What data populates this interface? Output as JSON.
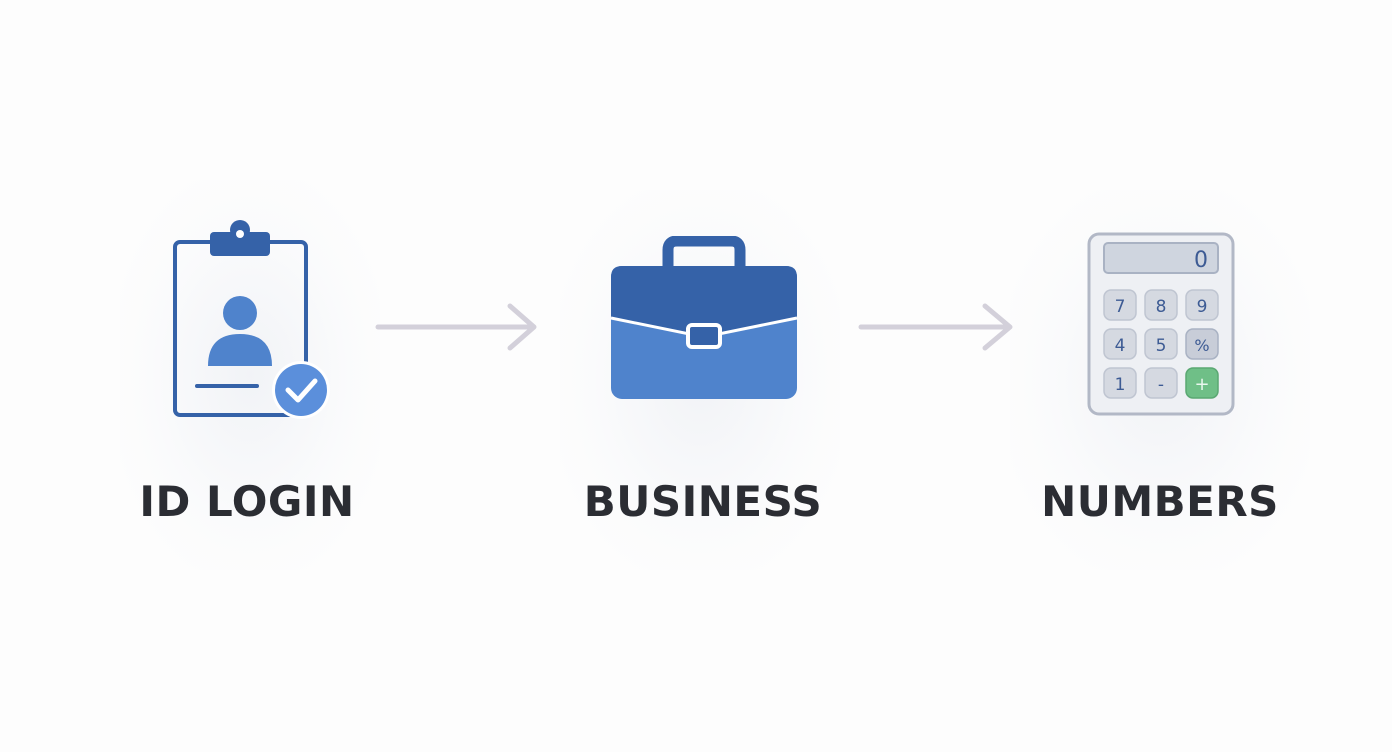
{
  "steps": [
    {
      "label": "ID LOGIN",
      "icon": "clipboard-id-check-icon"
    },
    {
      "label": "BUSINESS",
      "icon": "briefcase-icon"
    },
    {
      "label": "NUMBERS",
      "icon": "calculator-icon"
    }
  ],
  "connectors": [
    {
      "icon": "arrow-right-icon"
    },
    {
      "icon": "arrow-right-icon"
    }
  ],
  "calculator": {
    "display": "0",
    "keys": [
      "7",
      "8",
      "9",
      "4",
      "5",
      "%",
      "1",
      "-",
      "+"
    ]
  },
  "colors": {
    "dark_blue": "#3562a8",
    "mid_blue": "#4f83cc",
    "light_blue": "#5b8fdb",
    "arrow_gray": "#d3d0da",
    "label_text": "#2b2d33",
    "calc_body": "#eef0f4",
    "calc_key": "#d5d9e1",
    "calc_plus": "#6fbf87"
  }
}
